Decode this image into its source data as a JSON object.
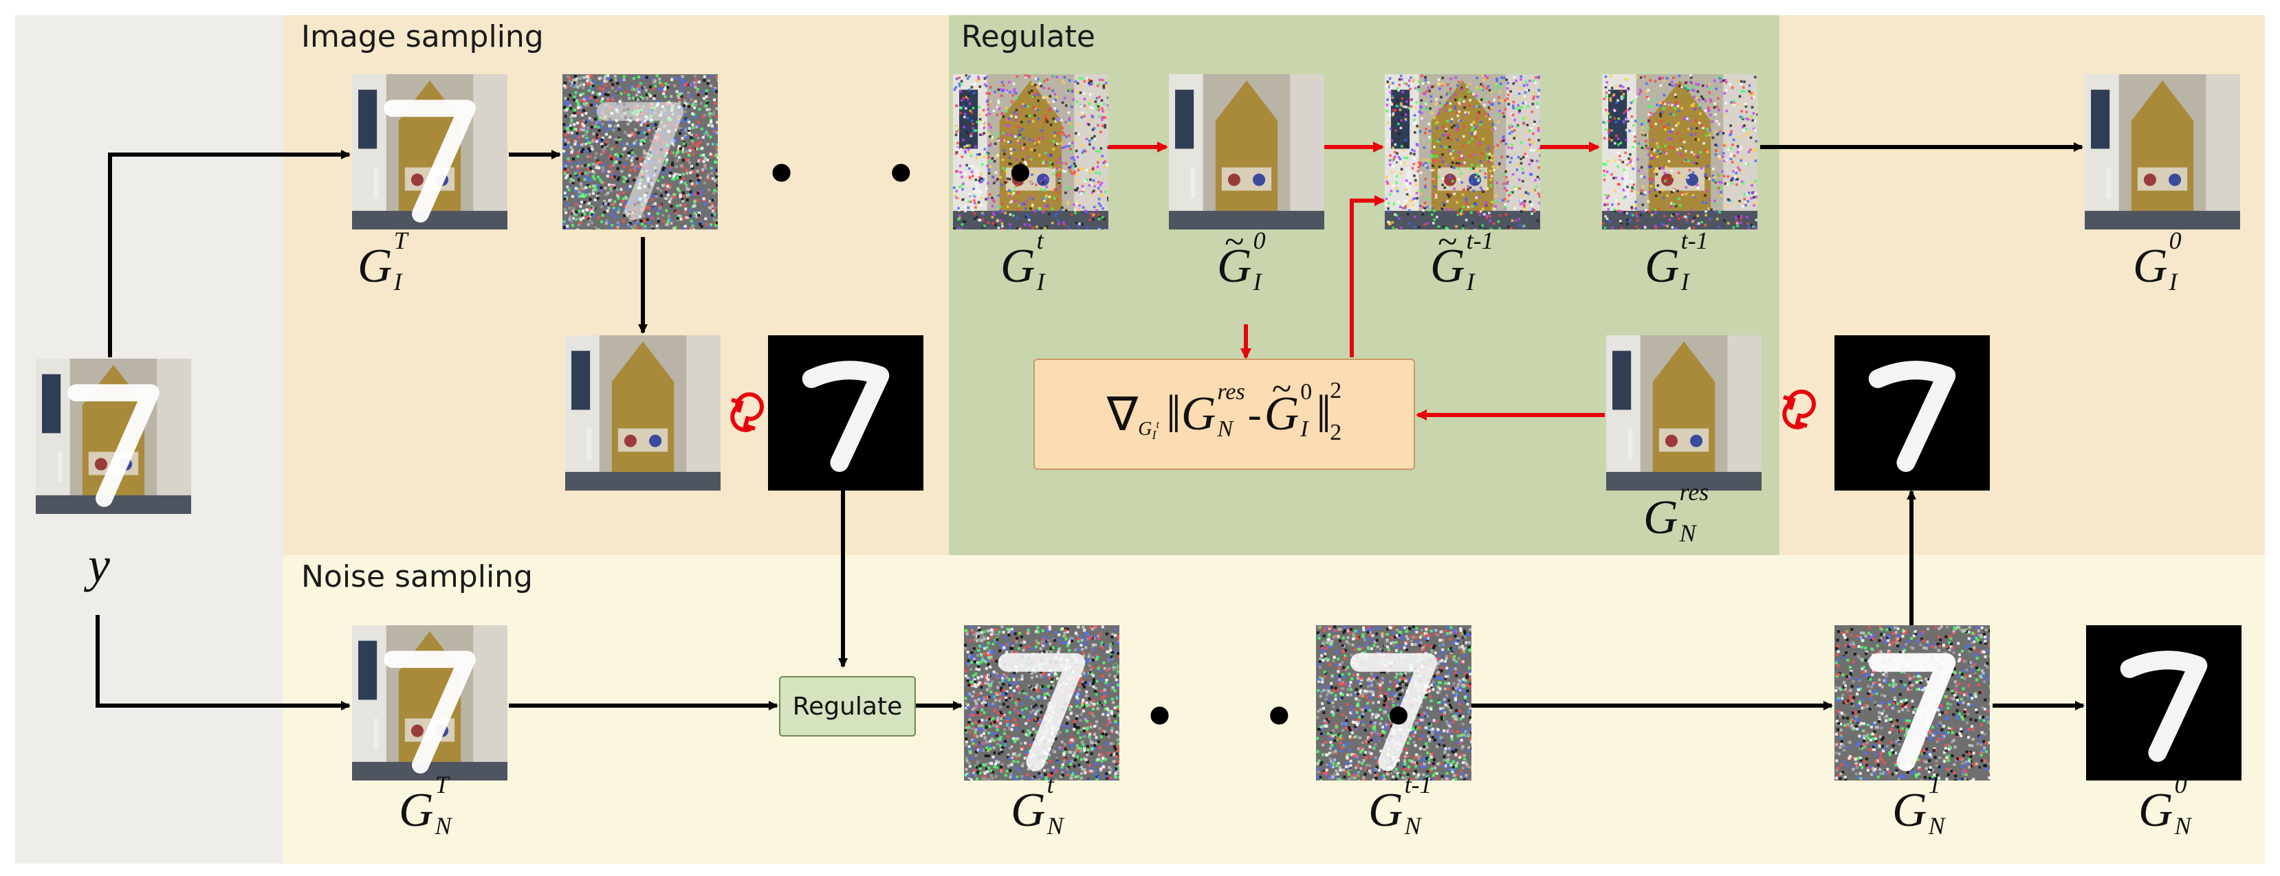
{
  "regions": {
    "image_sampling": {
      "label": "Image sampling"
    },
    "regulate_panel": {
      "label": "Regulate"
    },
    "noise_sampling": {
      "label": "Noise sampling"
    }
  },
  "nodes": {
    "input": {
      "symbol": "y"
    },
    "gi_T": {
      "base": "G",
      "sup": "T",
      "sub": "I"
    },
    "gi_t": {
      "base": "G",
      "sup": "t",
      "sub": "I"
    },
    "gi_tilde_0": {
      "base": "G",
      "sup": "0",
      "sub": "I"
    },
    "gi_tilde_t1": {
      "base": "G",
      "sup": "t-1",
      "sub": "I"
    },
    "gi_t1": {
      "base": "G",
      "sup": "t-1",
      "sub": "I"
    },
    "gi_0": {
      "base": "G",
      "sup": "0",
      "sub": "I"
    },
    "gn_res": {
      "base": "G",
      "sup": "res",
      "sub": "N"
    },
    "gn_T": {
      "base": "G",
      "sup": "T",
      "sub": "N"
    },
    "gn_t": {
      "base": "G",
      "sup": "t",
      "sub": "N"
    },
    "gn_t1": {
      "base": "G",
      "sup": "t-1",
      "sub": "N"
    },
    "gn_1": {
      "base": "G",
      "sup": "1",
      "sub": "N"
    },
    "gn_0": {
      "base": "G",
      "sup": "0",
      "sub": "N"
    }
  },
  "formula": {
    "nabla": "∇",
    "grad_sub": "G",
    "grad_sub_sub": "t",
    "grad_sub_sub2": "I",
    "term1_base": "G",
    "term1_sup": "res",
    "term1_sub": "N",
    "minus": "-",
    "term2_base": "G",
    "term2_sup": "0",
    "term2_sub": "I",
    "exp": "2",
    "norm_sub": "2"
  },
  "regulate_box": {
    "label": "Regulate"
  },
  "ellipsis": "• • •",
  "colors": {
    "input_bg": "#efedea",
    "image_bg": "#f7e8cb",
    "regulate_bg": "#c9d5ad",
    "noise_bg": "#fbf6de",
    "formula_fill": "#fcdcb2",
    "box_fill": "#d6e3bf",
    "red": "#e8000b",
    "black": "#000000"
  }
}
